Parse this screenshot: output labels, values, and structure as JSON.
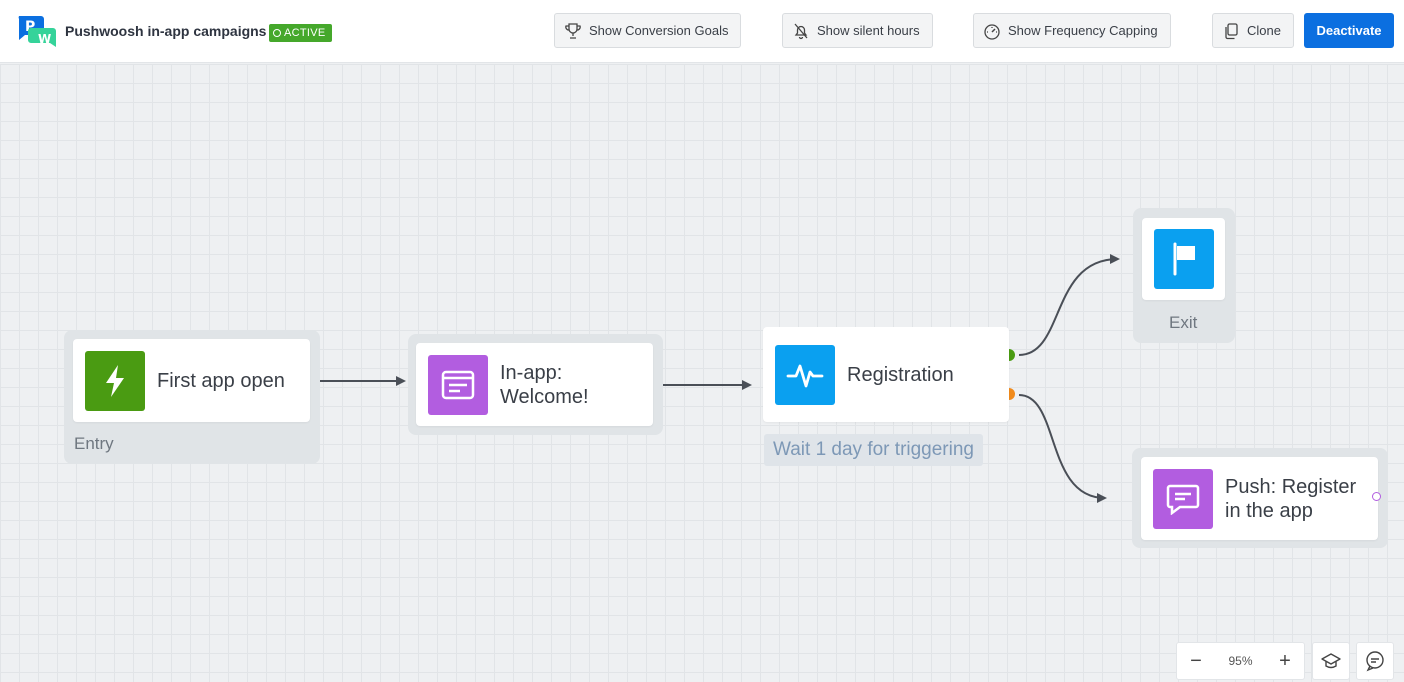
{
  "header": {
    "title": "Pushwoosh in-app campaigns",
    "status_badge": "ACTIVE",
    "buttons": {
      "conversion_goals": "Show Conversion Goals",
      "silent_hours": "Show silent hours",
      "frequency_capping": "Show Frequency Capping",
      "clone": "Clone",
      "deactivate": "Deactivate"
    }
  },
  "flow": {
    "entry": {
      "label": "First app open",
      "caption": "Entry"
    },
    "inapp": {
      "label_line1": "In-app:",
      "label_line2": "Welcome!"
    },
    "registration": {
      "label": "Registration",
      "caption": "Wait 1 day for triggering"
    },
    "exit": {
      "caption": "Exit"
    },
    "push": {
      "label_line1": "Push: Register",
      "label_line2": "in the app"
    }
  },
  "zoom": {
    "level": "95%",
    "minus": "−",
    "plus": "+"
  },
  "colors": {
    "accent_blue": "#0b6fe0",
    "active_green": "#45a82b",
    "entry_green": "#4a9b12",
    "inapp_purple": "#b25de0",
    "event_blue": "#0aa0f0",
    "branch_yes": "#4a9b12",
    "branch_no": "#f08a1c"
  },
  "icons": {
    "logo": "pushwoosh-logo-icon",
    "conversion_goals": "trophy-icon",
    "silent_hours": "bell-off-icon",
    "frequency_capping": "gauge-icon",
    "clone": "copy-icon",
    "entry": "lightning-icon",
    "inapp": "inapp-message-icon",
    "registration": "pulse-icon",
    "exit": "flag-icon",
    "push": "chat-message-icon",
    "tutorial": "graduation-cap-icon",
    "feedback": "feedback-icon"
  }
}
